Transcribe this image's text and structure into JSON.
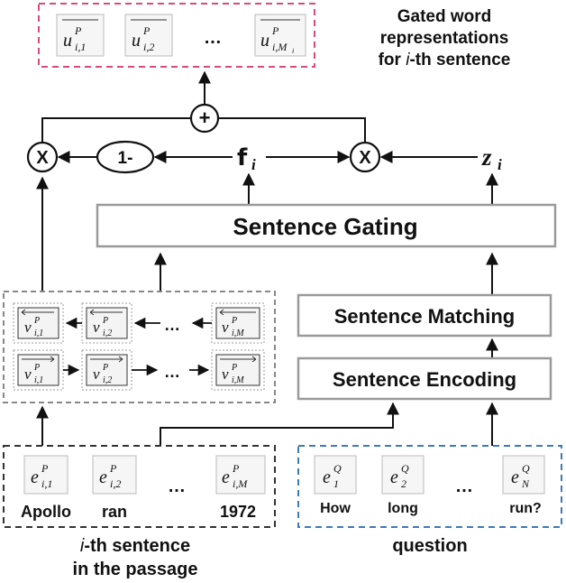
{
  "title_label": {
    "line1": "Gated word",
    "line2": "representations",
    "line3_prefix": "i",
    "line3_suffix": "-th sentence",
    "line3_pre": "for "
  },
  "top_vectors": [
    {
      "base": "u",
      "sup": "P",
      "sub": "i,1"
    },
    {
      "base": "u",
      "sup": "P",
      "sub": "i,2"
    },
    {
      "base": "u",
      "sup": "P",
      "sub": "i,M"
    }
  ],
  "ellipsis": "…",
  "ops": {
    "plus": "+",
    "times_left": "X",
    "times_right": "X",
    "one_minus": "1-"
  },
  "f_label": "f",
  "f_sub": "i",
  "z_label": "z",
  "z_sub": "i",
  "boxes": {
    "sentence_gating": "Sentence  Gating",
    "sentence_matching": "Sentence  Matching",
    "sentence_encoding": "Sentence  Encoding"
  },
  "bilstm": {
    "backward": [
      {
        "base": "v",
        "sup": "P",
        "sub": "i,1"
      },
      {
        "base": "v",
        "sup": "P",
        "sub": "i,2"
      },
      {
        "base": "v",
        "sup": "P",
        "sub": "i,M"
      }
    ],
    "forward": [
      {
        "base": "v",
        "sup": "P",
        "sub": "i,1"
      },
      {
        "base": "v",
        "sup": "P",
        "sub": "i,2"
      },
      {
        "base": "v",
        "sup": "P",
        "sub": "i,M"
      }
    ]
  },
  "passage_words": [
    {
      "base": "e",
      "sup": "P",
      "sub": "i,1",
      "word": "Apollo"
    },
    {
      "base": "e",
      "sup": "P",
      "sub": "i,2",
      "word": "ran"
    },
    {
      "base": "e",
      "sup": "P",
      "sub": "i,M",
      "word": "1972"
    }
  ],
  "question_words": [
    {
      "base": "e",
      "sup": "Q",
      "sub": "1",
      "word": "How"
    },
    {
      "base": "e",
      "sup": "Q",
      "sub": "2",
      "word": "long"
    },
    {
      "base": "e",
      "sup": "Q",
      "sub": "N",
      "word": "run?"
    }
  ],
  "passage_caption": {
    "line1_prefix": "i",
    "line1_suffix": "-th sentence",
    "line2": "in the passage"
  },
  "question_caption": "question",
  "colors": {
    "pink_dash": "#d94a7a",
    "blue_dash": "#3d7ab8",
    "gray_box": "#9a9a9a",
    "dark_dash": "#333333",
    "line": "#111111"
  }
}
